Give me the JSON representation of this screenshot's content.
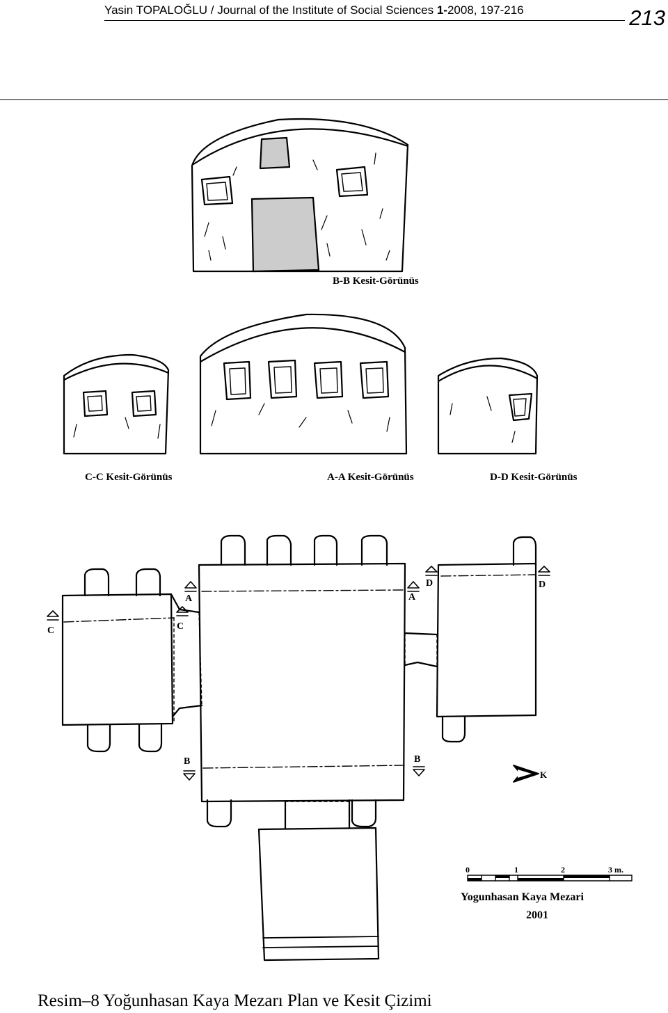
{
  "header": {
    "author": "Yasin TOPALOĞLU",
    "journal": " / Journal of the Institute of Social Sciences ",
    "issue_bold": "1-",
    "issue_rest": "2008, 197-216",
    "page_number": "213"
  },
  "figure": {
    "sections": {
      "bb": "B-B Kesit-Görünüs",
      "cc": "C-C Kesit-Görünüs",
      "aa": "A-A Kesit-Görünüs",
      "dd": "D-D Kesit-Görünüs"
    },
    "markers": {
      "a": "A",
      "b": "B",
      "c": "C",
      "d": "D",
      "north": "K"
    },
    "scale": {
      "t0": "0",
      "t1": "1",
      "t2": "2",
      "t3": "3 m."
    },
    "title": "Yogunhasan Kaya Mezari",
    "year": "2001"
  },
  "caption": "Resim–8 Yoğunhasan Kaya Mezarı Plan ve Kesit Çizimi"
}
